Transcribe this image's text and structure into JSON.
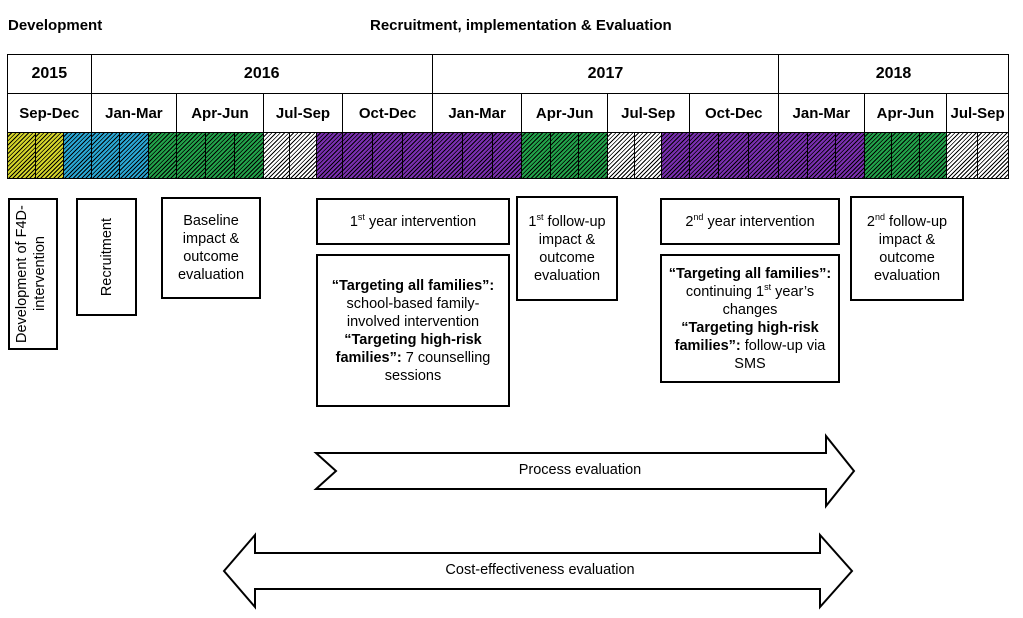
{
  "headers": {
    "development": "Development",
    "recruitment_impl_eval": "Recruitment, implementation & Evaluation"
  },
  "years": [
    "2015",
    "2016",
    "2017",
    "2018"
  ],
  "quarters": [
    "Sep-Dec",
    "Jan-Mar",
    "Apr-Jun",
    "Jul-Sep",
    "Oct-Dec",
    "Jan-Mar",
    "Apr-Jun",
    "Jul-Sep",
    "Oct-Dec",
    "Jan-Mar",
    "Apr-Jun",
    "Jul-Sep"
  ],
  "phase_colors": {
    "development": "#d4d42a",
    "recruitment": "#2aa7d4",
    "evaluation": "#22a24a",
    "intervention": "#7a2fb0",
    "break": "#ffffff"
  },
  "boxes": {
    "development": "Development of F4D-intervention",
    "recruitment": "Recruitment",
    "baseline": "Baseline impact & outcome evaluation",
    "year1_num": "1",
    "year1_sup": "st",
    "year1_rest": " year intervention",
    "followup1_num": "1",
    "followup1_sup": "st",
    "followup1_rest": " follow-up impact & outcome evaluation",
    "year2_num": "2",
    "year2_sup": "nd",
    "year2_rest": " year intervention",
    "followup2_num": "2",
    "followup2_sup": "nd",
    "followup2_rest": " follow-up impact & outcome evaluation",
    "detail1": {
      "all_bold": "“Targeting all families”:",
      "all_text": " school-based family-involved intervention",
      "high_bold": "“Targeting high-risk families”:",
      "high_text": " 7 counselling sessions"
    },
    "detail2": {
      "all_bold": "“Targeting all families”:",
      "all_text_a": " continuing ",
      "all_num": "1",
      "all_sup": "st",
      "all_text_b": " year’s changes",
      "high_bold": "“Targeting high-risk families”:",
      "high_text": " follow-up via SMS"
    }
  },
  "arrows": {
    "process": "Process evaluation",
    "cost": "Cost-effectiveness evaluation"
  }
}
